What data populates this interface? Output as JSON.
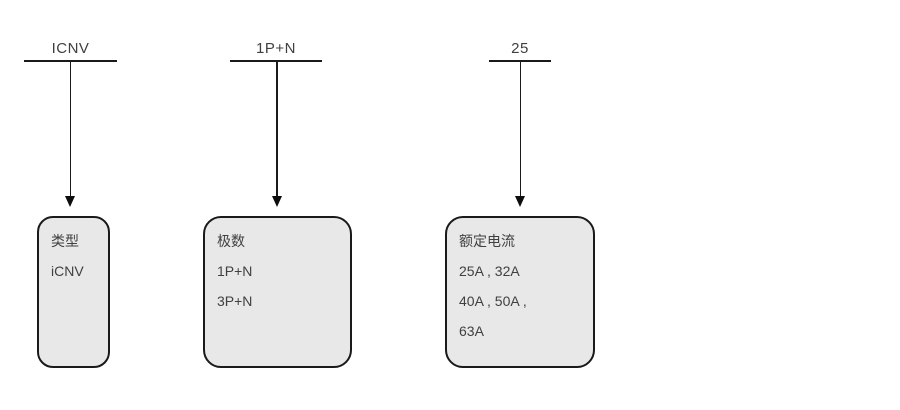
{
  "diagram": {
    "type": "model-code-breakdown",
    "columns": [
      {
        "code": "ICNV",
        "box": {
          "title": "类型",
          "items": [
            "iCNV"
          ]
        }
      },
      {
        "code": "1P+N",
        "box": {
          "title": "极数",
          "items": [
            "1P+N",
            "3P+N"
          ]
        }
      },
      {
        "code": "25",
        "box": {
          "title": "额定电流",
          "items": [
            "25A , 32A",
            "40A , 50A ,",
            "63A"
          ]
        }
      }
    ],
    "colors": {
      "background": "#ffffff",
      "box_fill": "#e8e8e8",
      "box_border": "#1a1a1a",
      "line": "#1a1a1a",
      "text": "#404040"
    }
  }
}
